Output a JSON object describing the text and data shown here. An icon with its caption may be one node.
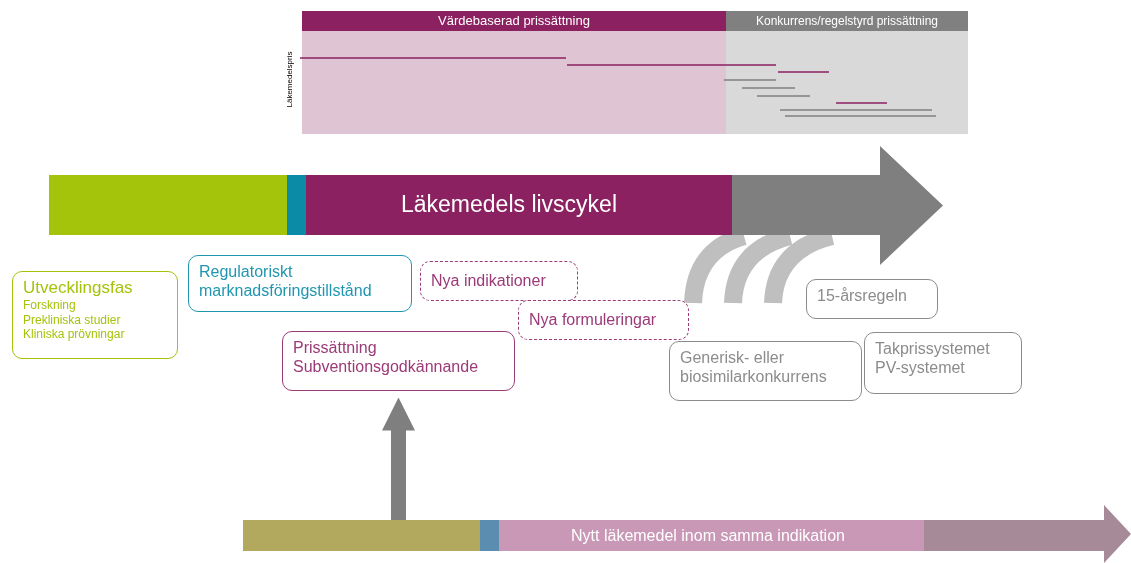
{
  "diagram": {
    "nodes": [
      {
        "text": [
          "Värdebaserad prissättning"
        ]
      },
      {
        "text": [
          "Konkurrens/regelstyrd prissättning"
        ]
      },
      {
        "text": [
          "Läkemedels livscykel"
        ]
      },
      {
        "text": [
          "Utvecklingsfas",
          "Forskning",
          "Prekliniska studier",
          "Kliniska prövningar"
        ]
      },
      {
        "text": [
          "Regulatoriskt marknadsföringstillstånd"
        ]
      },
      {
        "text": [
          "Nya indikationer"
        ]
      },
      {
        "text": [
          "Nya formuleringar"
        ]
      },
      {
        "text": [
          "15-årsregeln"
        ]
      },
      {
        "text": [
          "Prissättning",
          "Subventionsgodkännande"
        ]
      },
      {
        "text": [
          "Generisk- eller biosimilarkonkurrens"
        ]
      },
      {
        "text": [
          "Takprissystemet",
          "PV-systemet"
        ]
      },
      {
        "text": [
          "Nytt läkemedel inom samma indikation"
        ]
      }
    ],
    "edges": [
      {
        "from": 11,
        "to": 8,
        "arrow": "to"
      }
    ],
    "labels": [
      "Läkemedelspris"
    ]
  }
}
